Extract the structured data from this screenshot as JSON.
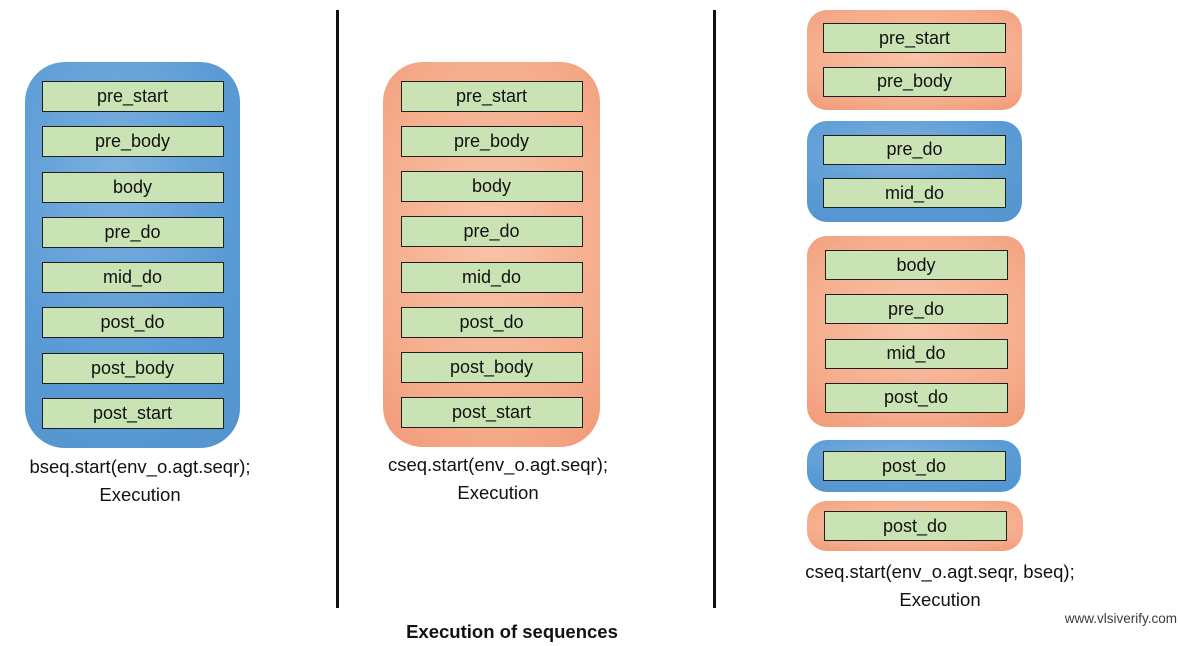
{
  "title": "Execution of sequences",
  "watermark": "www.vlsiverify.com",
  "colors": {
    "blue_container": "#5B9BD5",
    "orange_container": "#F5AB8A",
    "green_box": "#C9E3B4",
    "box_border": "#1F1F1F",
    "divider": "#111111"
  },
  "panels": [
    {
      "caption": "bseq.start(env_o.agt.seqr);",
      "caption2": "Execution",
      "groups": [
        {
          "color": "blue",
          "boxes": [
            "pre_start",
            "pre_body",
            "body",
            "pre_do",
            "mid_do",
            "post_do",
            "post_body",
            "post_start"
          ]
        }
      ]
    },
    {
      "caption": "cseq.start(env_o.agt.seqr);",
      "caption2": "Execution",
      "groups": [
        {
          "color": "orange",
          "boxes": [
            "pre_start",
            "pre_body",
            "body",
            "pre_do",
            "mid_do",
            "post_do",
            "post_body",
            "post_start"
          ]
        }
      ]
    },
    {
      "caption": "cseq.start(env_o.agt.seqr, bseq);",
      "caption2": "Execution",
      "groups": [
        {
          "color": "orange",
          "boxes": [
            "pre_start",
            "pre_body"
          ]
        },
        {
          "color": "blue",
          "boxes": [
            "pre_do",
            "mid_do"
          ]
        },
        {
          "color": "orange",
          "boxes": [
            "body",
            "pre_do",
            "mid_do",
            "post_do"
          ]
        },
        {
          "color": "blue",
          "boxes": [
            "post_do"
          ]
        },
        {
          "color": "orange",
          "boxes": [
            "post_do"
          ]
        }
      ]
    }
  ]
}
